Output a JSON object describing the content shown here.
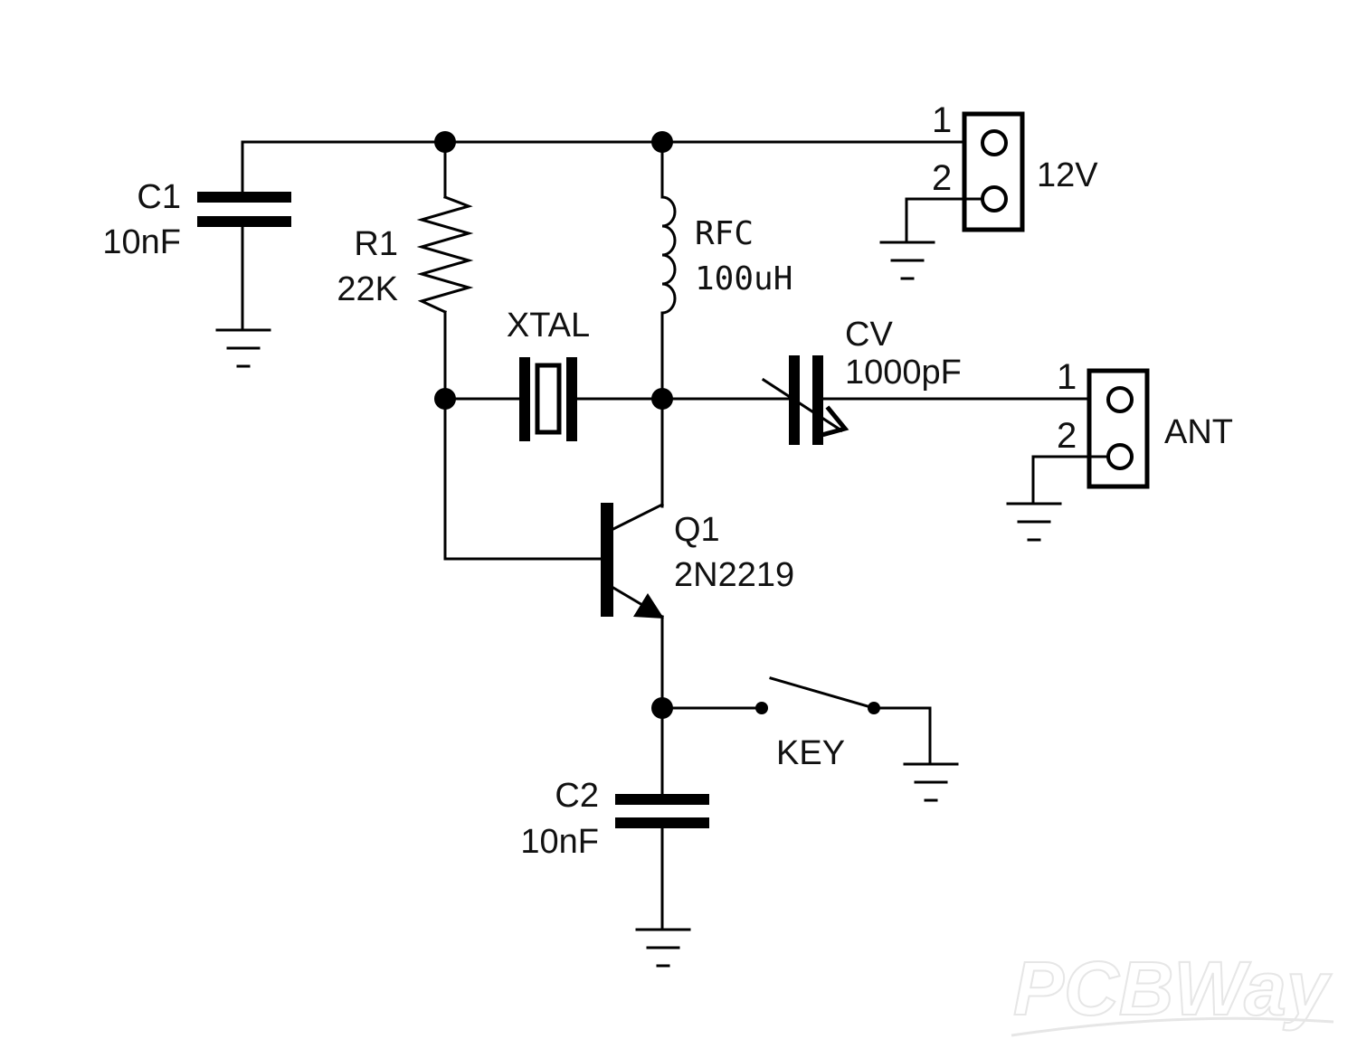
{
  "components": {
    "c1": {
      "ref": "C1",
      "value": "10nF"
    },
    "r1": {
      "ref": "R1",
      "value": "22K"
    },
    "rfc": {
      "ref": "RFC",
      "value": "100uH"
    },
    "xtal": {
      "ref": "XTAL"
    },
    "cv": {
      "ref": "CV",
      "value": "1000pF"
    },
    "q1": {
      "ref": "Q1",
      "value": "2N2219"
    },
    "key": {
      "ref": "KEY"
    },
    "c2": {
      "ref": "C2",
      "value": "10nF"
    },
    "power_connector": {
      "label": "12V",
      "pins": [
        "1",
        "2"
      ]
    },
    "ant_connector": {
      "label": "ANT",
      "pins": [
        "1",
        "2"
      ]
    }
  },
  "watermark": "PCBWay",
  "colors": {
    "ink": "#000000",
    "background": "#ffffff",
    "watermark": "#e6e6e6"
  }
}
